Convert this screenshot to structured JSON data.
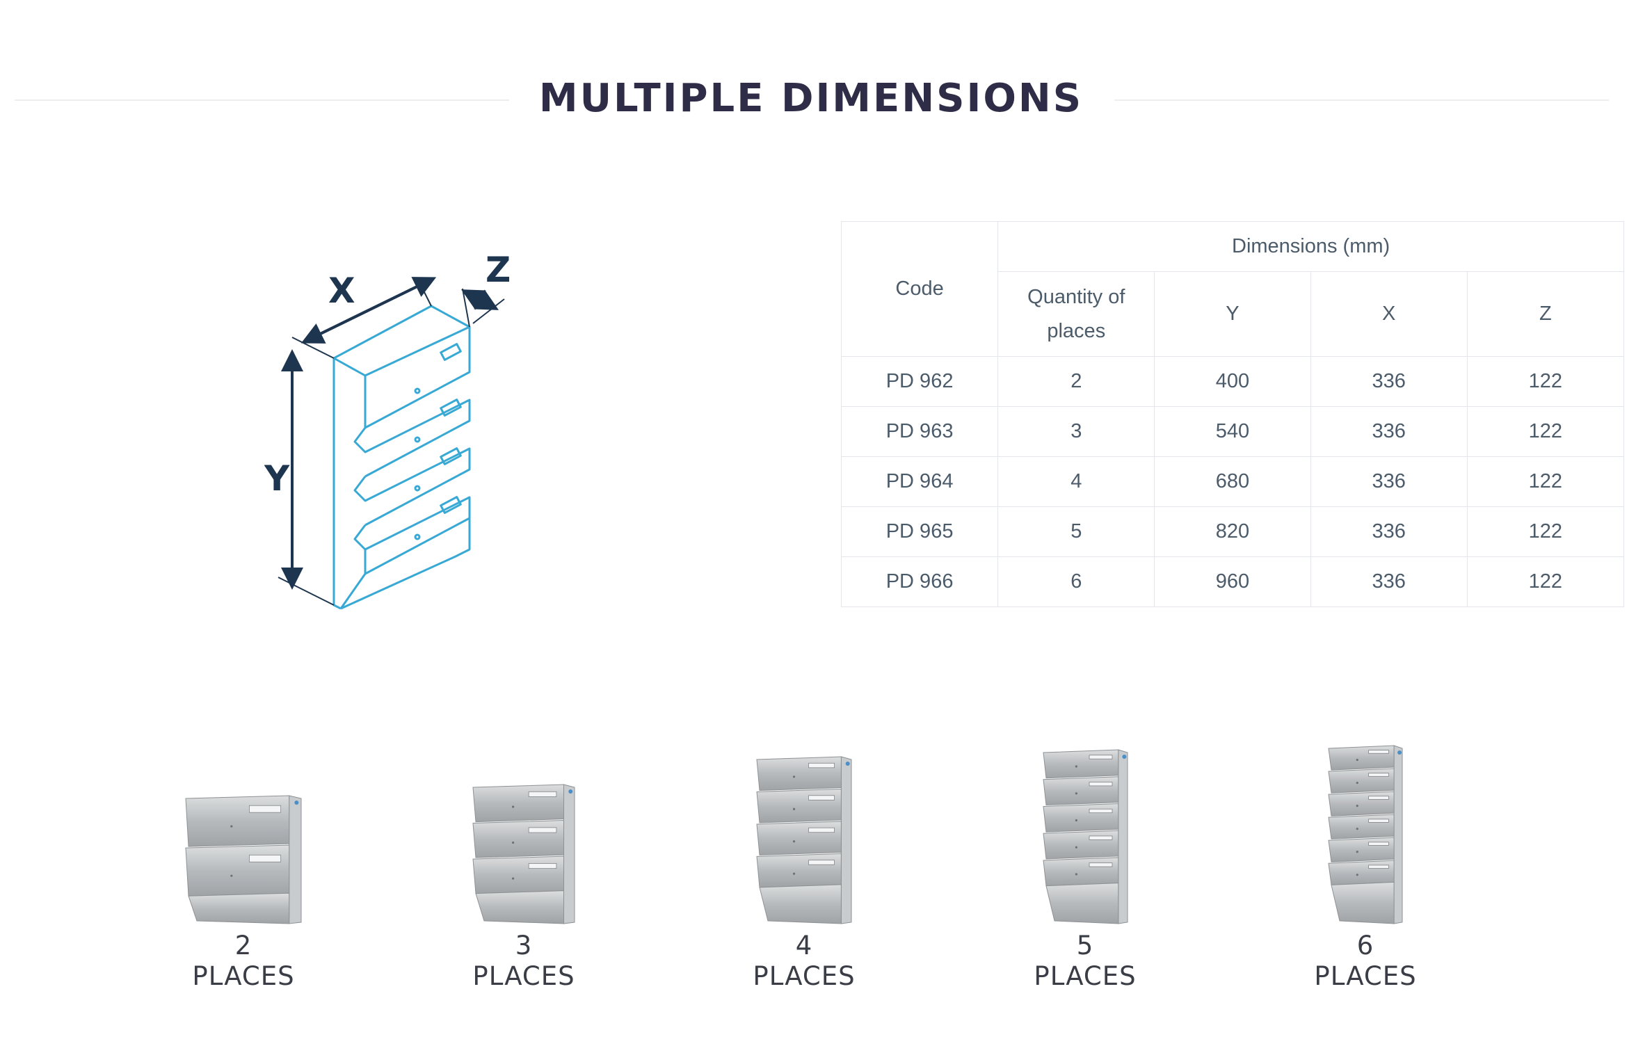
{
  "page": {
    "title": "MULTIPLE DIMENSIONS"
  },
  "diagram": {
    "labels": {
      "x": "X",
      "y": "Y",
      "z": "Z"
    },
    "colors": {
      "outline": "#37a9d4",
      "arrow": "#1e3550"
    }
  },
  "table": {
    "code_header": "Code",
    "group_header": "Dimensions (mm)",
    "columns": [
      "Quantity of places",
      "Y",
      "X",
      "Z"
    ],
    "rows": [
      {
        "code": "PD 962",
        "quantity": "2",
        "y": "400",
        "x": "336",
        "z": "122"
      },
      {
        "code": "PD 963",
        "quantity": "3",
        "y": "540",
        "x": "336",
        "z": "122"
      },
      {
        "code": "PD 964",
        "quantity": "4",
        "y": "680",
        "x": "336",
        "z": "122"
      },
      {
        "code": "PD 965",
        "quantity": "5",
        "y": "820",
        "x": "336",
        "z": "122"
      },
      {
        "code": "PD 966",
        "quantity": "6",
        "y": "960",
        "x": "336",
        "z": "122"
      }
    ]
  },
  "variants": [
    {
      "number": "2",
      "label": "PLACES"
    },
    {
      "number": "3",
      "label": "PLACES"
    },
    {
      "number": "4",
      "label": "PLACES"
    },
    {
      "number": "5",
      "label": "PLACES"
    },
    {
      "number": "6",
      "label": "PLACES"
    }
  ],
  "colors": {
    "title": "#2f2c48",
    "table_text": "#4c5b6a",
    "table_border": "#e3e6ea",
    "steel": "#b6b9bc"
  }
}
